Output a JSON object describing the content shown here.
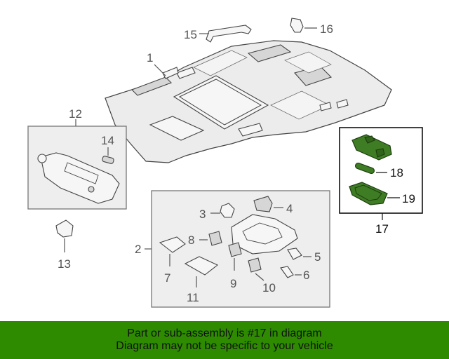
{
  "callouts": {
    "c1": "1",
    "c2": "2",
    "c3": "3",
    "c4": "4",
    "c5": "5",
    "c6": "6",
    "c7": "7",
    "c8": "8",
    "c9": "9",
    "c10": "10",
    "c11": "11",
    "c12": "12",
    "c13": "13",
    "c14": "14",
    "c15": "15",
    "c16": "16",
    "c17": "17",
    "c18": "18",
    "c19": "19"
  },
  "highlight": {
    "part_number": "17",
    "sub_parts": [
      "18",
      "19"
    ],
    "color": "#3e7d24"
  },
  "banner": {
    "line1": "Part or sub-assembly is #17 in diagram",
    "line2": "Diagram may not be specific to your vehicle",
    "background": "#2e8b00"
  },
  "icons": [
    "headliner",
    "grab-handle",
    "clip",
    "sun-visor",
    "visor-clip",
    "bulb",
    "dome-lamp",
    "map-lamp-assembly",
    "lens-cover",
    "switch",
    "lamp-housing"
  ]
}
